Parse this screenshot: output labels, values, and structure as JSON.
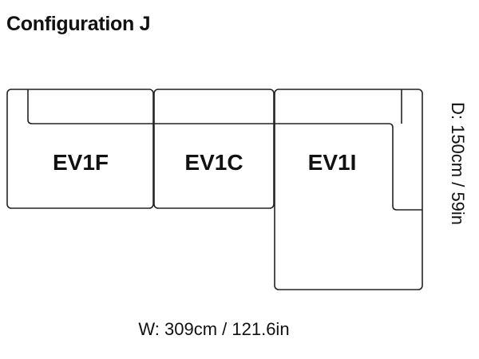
{
  "title": "Configuration J",
  "modules": {
    "left": "EV1F",
    "center": "EV1C",
    "right": "EV1I"
  },
  "dimensions": {
    "width": "W: 309cm / 121.6in",
    "depth": "D: 150cm / 59in"
  }
}
